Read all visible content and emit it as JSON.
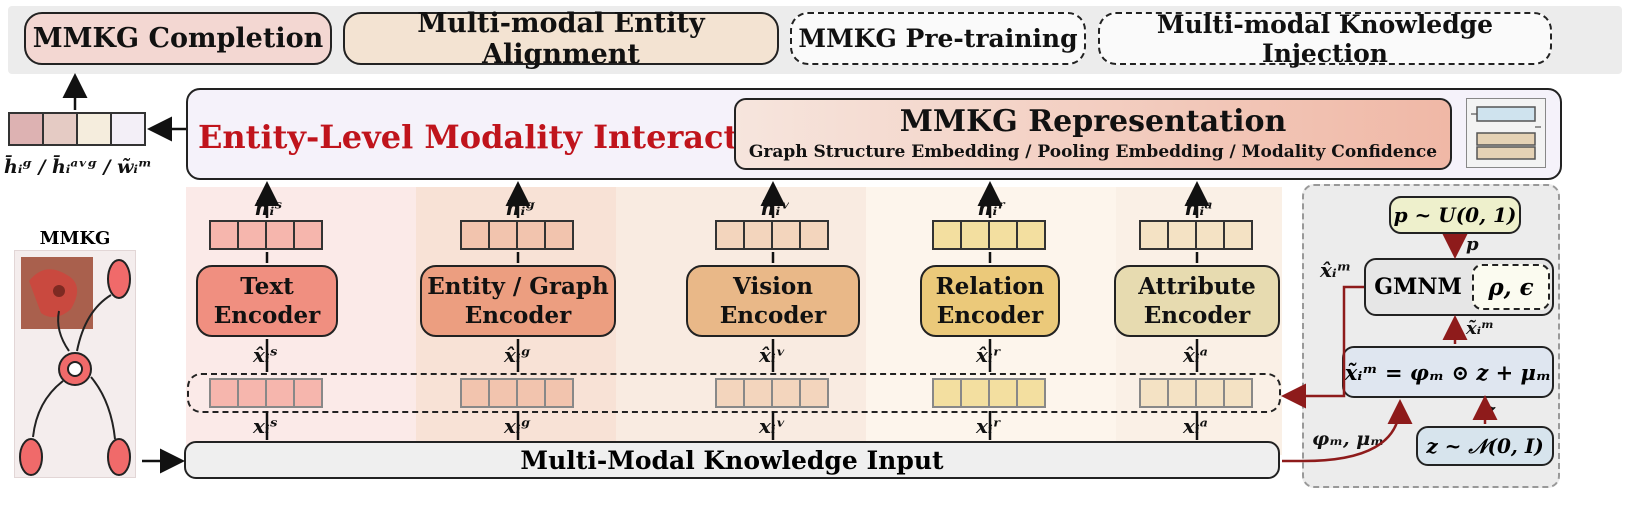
{
  "tasks": [
    "MMKG Completion",
    "Multi-modal Entity Alignment",
    "MMKG Pre-training",
    "Multi-modal Knowledge Injection"
  ],
  "interaction": {
    "title": "Entity-Level Modality Interaction",
    "rep_title": "MMKG Representation",
    "rep_sub": "Graph Structure Embedding / Pooling Embedding / Modality Confidence"
  },
  "output_label": "h̄ᵢᵍ / h̄ᵢᵃᵛᵍ / w̃ᵢᵐ",
  "mmkg_label": "MMKG",
  "encoders": [
    {
      "name": "Text\nEncoder",
      "h": "hᵢˢ",
      "xh": "x̂ᵢˢ",
      "x": "xᵢˢ",
      "color": "#f08f80",
      "cell": "#f6b6ad"
    },
    {
      "name": "Entity / Graph\nEncoder",
      "h": "hᵢᵍ",
      "xh": "x̂ᵢᵍ",
      "x": "xᵢᵍ",
      "color": "#ec9e80",
      "cell": "#f2c4ae"
    },
    {
      "name": "Vision\nEncoder",
      "h": "hᵢᵛ",
      "xh": "x̂ᵢᵛ",
      "x": "xᵢᵛ",
      "color": "#e9b888",
      "cell": "#f3d5bd"
    },
    {
      "name": "Relation\nEncoder",
      "h": "hᵢʳ",
      "xh": "x̂ᵢʳ",
      "x": "xᵢʳ",
      "color": "#ebc97a",
      "cell": "#f3dfa0"
    },
    {
      "name": "Attribute\nEncoder",
      "h": "hᵢᵃ",
      "xh": "x̂ᵢᵃ",
      "x": "xᵢᵃ",
      "color": "#e7dbb0",
      "cell": "#f4e2c4"
    }
  ],
  "input_label": "Multi-Modal Knowledge Input",
  "gmnm": {
    "p_dist": "p ~ U(0, 1)",
    "p": "p",
    "name": "GMNM",
    "params": "ρ, ϵ",
    "xm_tilde": "x̃ᵢᵐ",
    "xm_hat": "x̂ᵢᵐ",
    "formula": "x̃ᵢᵐ = φₘ ⊙ z + μₘ",
    "z": "z",
    "z_dist": "z ~ 𝒩(0, I)",
    "phi_mu": "φₘ, μₘ"
  },
  "colors": {
    "accent_red": "#c0141c",
    "arrow_red": "#8e1b1b"
  }
}
